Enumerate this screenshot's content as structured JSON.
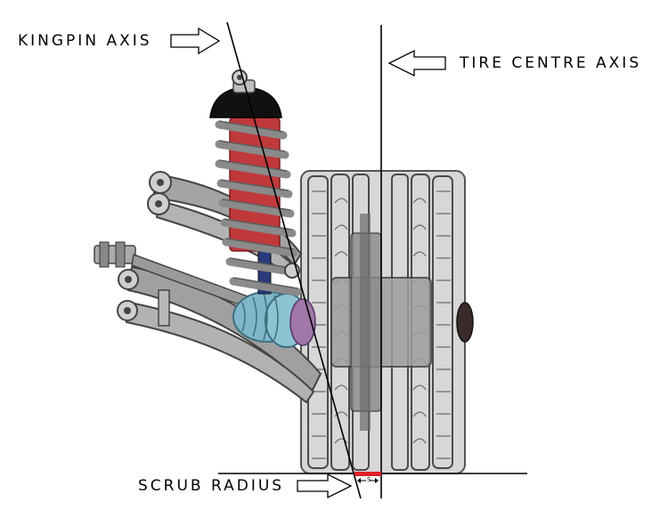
{
  "labels": {
    "kingpin_axis": "KINGPIN AXIS",
    "tire_centre_axis": "TIRE CENTRE AXIS",
    "scrub_radius": "SCRUB RADIUS",
    "scrub_symbol": "S"
  },
  "colors": {
    "line": "#000000",
    "spring": "#c0393b",
    "coil": "#8a8a8a",
    "boot": "#7fb6c9",
    "tire": "#5f5f5f",
    "scrub_marker": "#e0202a",
    "damper_cap": "#111111"
  },
  "icons": [
    "right-arrow-icon",
    "left-arrow-icon"
  ]
}
